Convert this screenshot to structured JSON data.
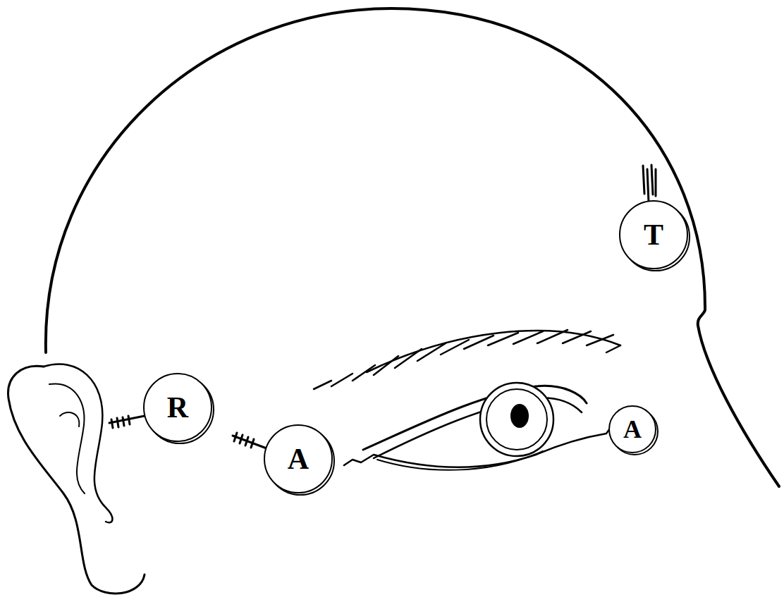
{
  "diagram": {
    "nodes": [
      {
        "text": [
          "T"
        ]
      },
      {
        "text": [
          "R"
        ]
      },
      {
        "text": [
          "A"
        ]
      },
      {
        "text": [
          "A"
        ]
      }
    ]
  }
}
